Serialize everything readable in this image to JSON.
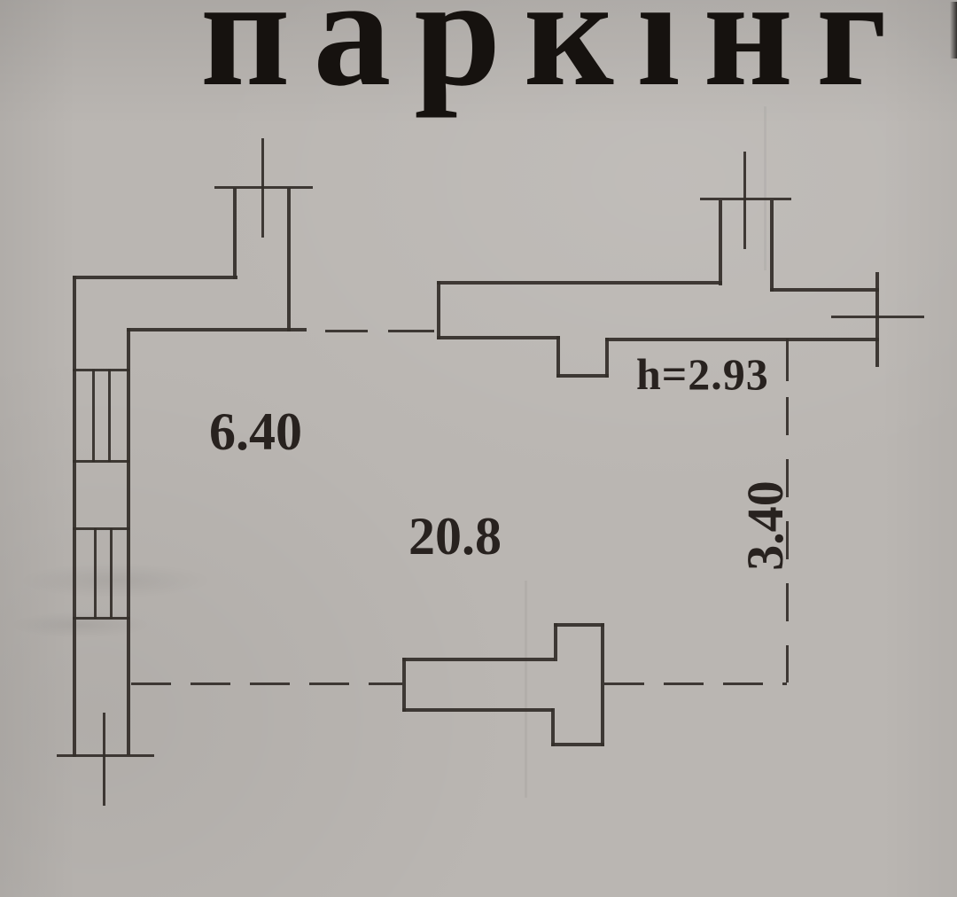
{
  "title": {
    "text": "паркінг"
  },
  "plan": {
    "labels": {
      "top_room_width": "6.40",
      "main_room_area": "20.8",
      "ceiling_height": "h=2.93",
      "right_side_depth": "3.40"
    },
    "colors": {
      "paper": "#bab6b2",
      "ink": "#342e2a",
      "title_ink": "#16120f"
    }
  }
}
